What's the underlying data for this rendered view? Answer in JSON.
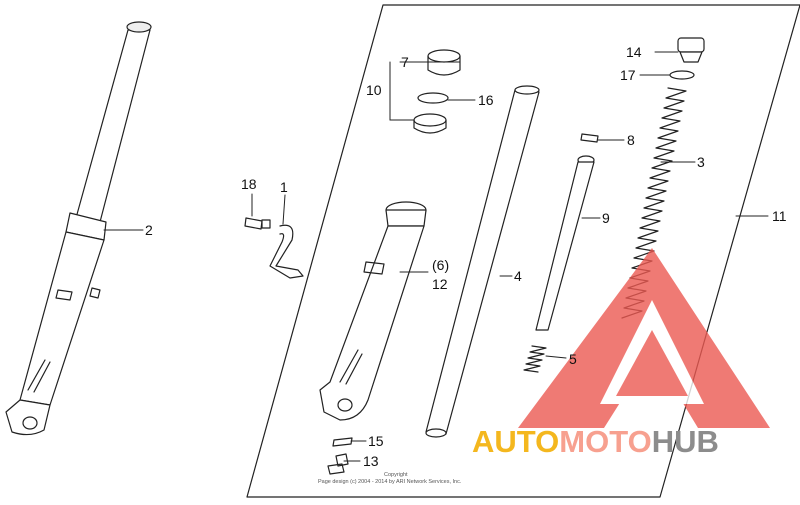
{
  "callouts": {
    "c1": "1",
    "c2": "2",
    "c3": "3",
    "c4": "4",
    "c5": "5",
    "c6": "(6)",
    "c7": "7",
    "c8": "8",
    "c9": "9",
    "c10": "10",
    "c11": "11",
    "c12": "12",
    "c13": "13",
    "c14": "14",
    "c15": "15",
    "c16": "16",
    "c17": "17",
    "c18": "18"
  },
  "copyright": {
    "line1": "Copyright",
    "line2": "Page design (c) 2004 - 2014 by ARI Network Services, Inc."
  },
  "watermark": {
    "part1": "AUTO",
    "part2": "MOTO",
    "part3": "HUB",
    "colors": {
      "auto": "#f4b71e",
      "moto": "#f7a08f",
      "hub": "#8c8c8c",
      "logo": "#ec5a52"
    }
  }
}
